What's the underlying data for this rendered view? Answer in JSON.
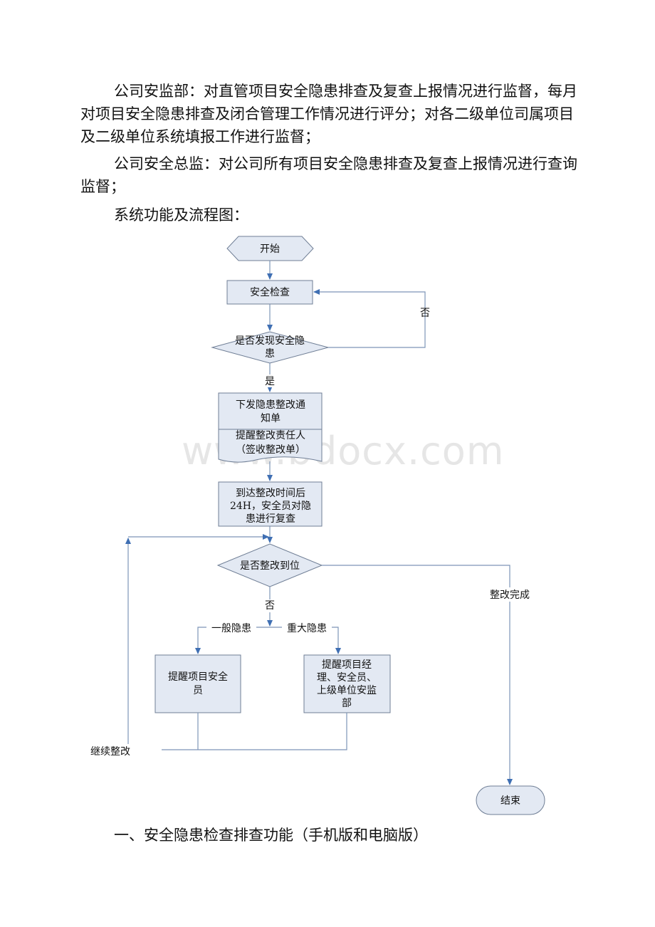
{
  "paragraphs": {
    "p1": "公司安监部：对直管项目安全隐患排查及复查上报情况进行监督，每月对项目安全隐患排查及闭合管理工作情况进行评分；对各二级单位司属项目及二级单位系统填报工作进行监督；",
    "p2": "公司安全总监：对公司所有项目安全隐患排查及复查上报情况进行查询监督；",
    "p3": "系统功能及流程图："
  },
  "flowchart": {
    "start": "开始",
    "safety_check": "安全检查",
    "decision_found_line1": "是否发现安全隐",
    "decision_found_line2": "患",
    "label_no_1": "否",
    "label_yes": "是",
    "notice_line1": "下发隐患整改通",
    "notice_line2": "知单",
    "remind_line1": "提醒整改责任人",
    "remind_line2": "（签收整改单）",
    "recheck_line1": "到达整改时间后",
    "recheck_line2": "24H，安全员对隐",
    "recheck_line3": "患进行复查",
    "decision_done": "是否整改到位",
    "label_done": "整改完成",
    "label_no_2": "否",
    "label_general": "一般隐患",
    "label_major": "重大隐患",
    "general_line1": "提醒项目安全",
    "general_line2": "员",
    "major_line1": "提醒项目经",
    "major_line2": "理、安全员、",
    "major_line3": "上级单位安监",
    "major_line4": "部",
    "label_continue": "继续整改",
    "end": "结束"
  },
  "section_heading": "一、安全隐患检查排查功能（手机版和电脑版）",
  "watermark": "www.bdocx.com"
}
